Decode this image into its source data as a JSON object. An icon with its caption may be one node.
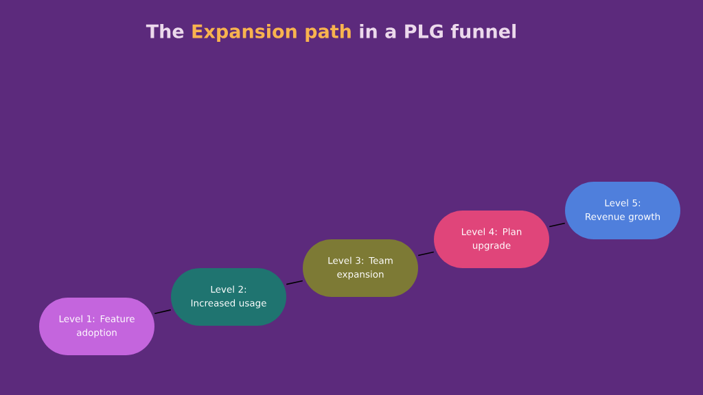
{
  "diagram": {
    "title": "The **Expansion path** in a PLG funnel",
    "nodes": [
      {
        "text": [
          "Level 1: Feature adoption"
        ]
      },
      {
        "text": [
          "Level 2: Increased usage"
        ]
      },
      {
        "text": [
          "Level 3: Team expansion"
        ]
      },
      {
        "text": [
          "Level 4: Plan upgrade"
        ]
      },
      {
        "text": [
          "Level 5: Revenue growth"
        ]
      }
    ],
    "edges": [
      {
        "from": 0,
        "to": 1,
        "arrow": "none"
      },
      {
        "from": 1,
        "to": 2,
        "arrow": "none"
      },
      {
        "from": 2,
        "to": 3,
        "arrow": "none"
      },
      {
        "from": 3,
        "to": 4,
        "arrow": "none"
      }
    ]
  }
}
